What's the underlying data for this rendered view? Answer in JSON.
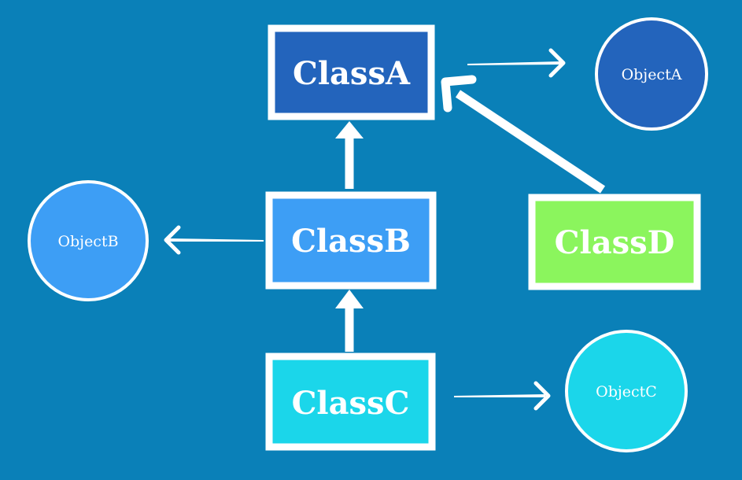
{
  "colors": {
    "background": "#0a80b8",
    "classA": "#2364bc",
    "classB": "#3d9ef5",
    "classC": "#1bd6ea",
    "classD": "#8bf55d",
    "objectA": "#2364bc",
    "objectB": "#3d9ef5",
    "objectC": "#1bd6ea",
    "border": "#ffffff"
  },
  "classes": {
    "a": {
      "label": "ClassA"
    },
    "b": {
      "label": "ClassB"
    },
    "c": {
      "label": "ClassC"
    },
    "d": {
      "label": "ClassD"
    }
  },
  "objects": {
    "a": {
      "label": "ObjectA"
    },
    "b": {
      "label": "ObjectB"
    },
    "c": {
      "label": "ObjectC"
    }
  }
}
